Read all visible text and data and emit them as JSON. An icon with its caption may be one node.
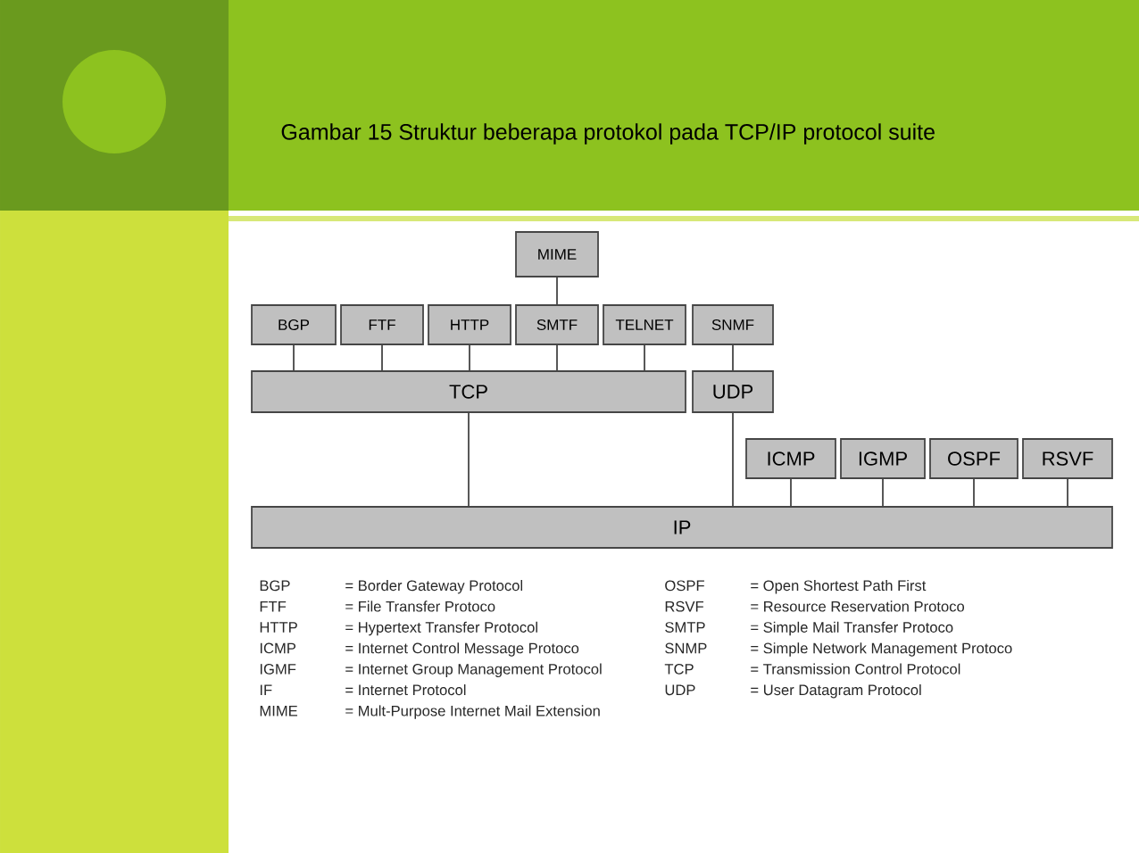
{
  "diagram": {
    "title": "Gambar 15  Struktur beberapa protokol pada TCP/IP protocol suite",
    "nodes": [
      {
        "text": [
          "MIME"
        ]
      },
      {
        "text": [
          "BGP"
        ]
      },
      {
        "text": [
          "FTF"
        ]
      },
      {
        "text": [
          "HTTP"
        ]
      },
      {
        "text": [
          "SMTF"
        ]
      },
      {
        "text": [
          "TELNET"
        ]
      },
      {
        "text": [
          "SNMF"
        ]
      },
      {
        "text": [
          "TCP"
        ]
      },
      {
        "text": [
          "UDP"
        ]
      },
      {
        "text": [
          "ICMP"
        ]
      },
      {
        "text": [
          "IGMP"
        ]
      },
      {
        "text": [
          "OSPF"
        ]
      },
      {
        "text": [
          "RSVF"
        ]
      },
      {
        "text": [
          "IP"
        ]
      }
    ],
    "edges": [
      {
        "from": 0,
        "to": 4,
        "arrow": "none"
      },
      {
        "from": 1,
        "to": 7,
        "arrow": "none"
      },
      {
        "from": 2,
        "to": 7,
        "arrow": "none"
      },
      {
        "from": 3,
        "to": 7,
        "arrow": "none"
      },
      {
        "from": 4,
        "to": 7,
        "arrow": "none"
      },
      {
        "from": 5,
        "to": 7,
        "arrow": "none"
      },
      {
        "from": 6,
        "to": 8,
        "arrow": "none"
      },
      {
        "from": 7,
        "to": 13,
        "arrow": "none"
      },
      {
        "from": 8,
        "to": 13,
        "arrow": "none"
      },
      {
        "from": 9,
        "to": 13,
        "arrow": "none"
      },
      {
        "from": 10,
        "to": 13,
        "arrow": "none"
      },
      {
        "from": 11,
        "to": 13,
        "arrow": "none"
      },
      {
        "from": 12,
        "to": 13,
        "arrow": "none"
      }
    ],
    "labels": [
      "BGP",
      "= Border Gateway Protocol",
      "OSPF",
      "= Open Shortest Path First",
      "FTF",
      "= File Transfer Protoco",
      "RSVF",
      "= Resource Reservation Protoco",
      "HTTP",
      "= Hypertext Transfer Protocol",
      "SMTP",
      "= Simple Mail Transfer Protoco",
      "ICMP",
      "= Internet Control Message Protoco",
      "SNMP",
      "= Simple Network Management Protoco",
      "IGMF",
      "= Internet Group Management Protocol",
      "TCP",
      "= Transmission Control Protocol",
      "IF",
      "= Internet Protocol",
      "UDP",
      "= User Datagram Protocol",
      "MIME",
      "= Mult-Purpose Internet Mail Extension"
    ]
  }
}
